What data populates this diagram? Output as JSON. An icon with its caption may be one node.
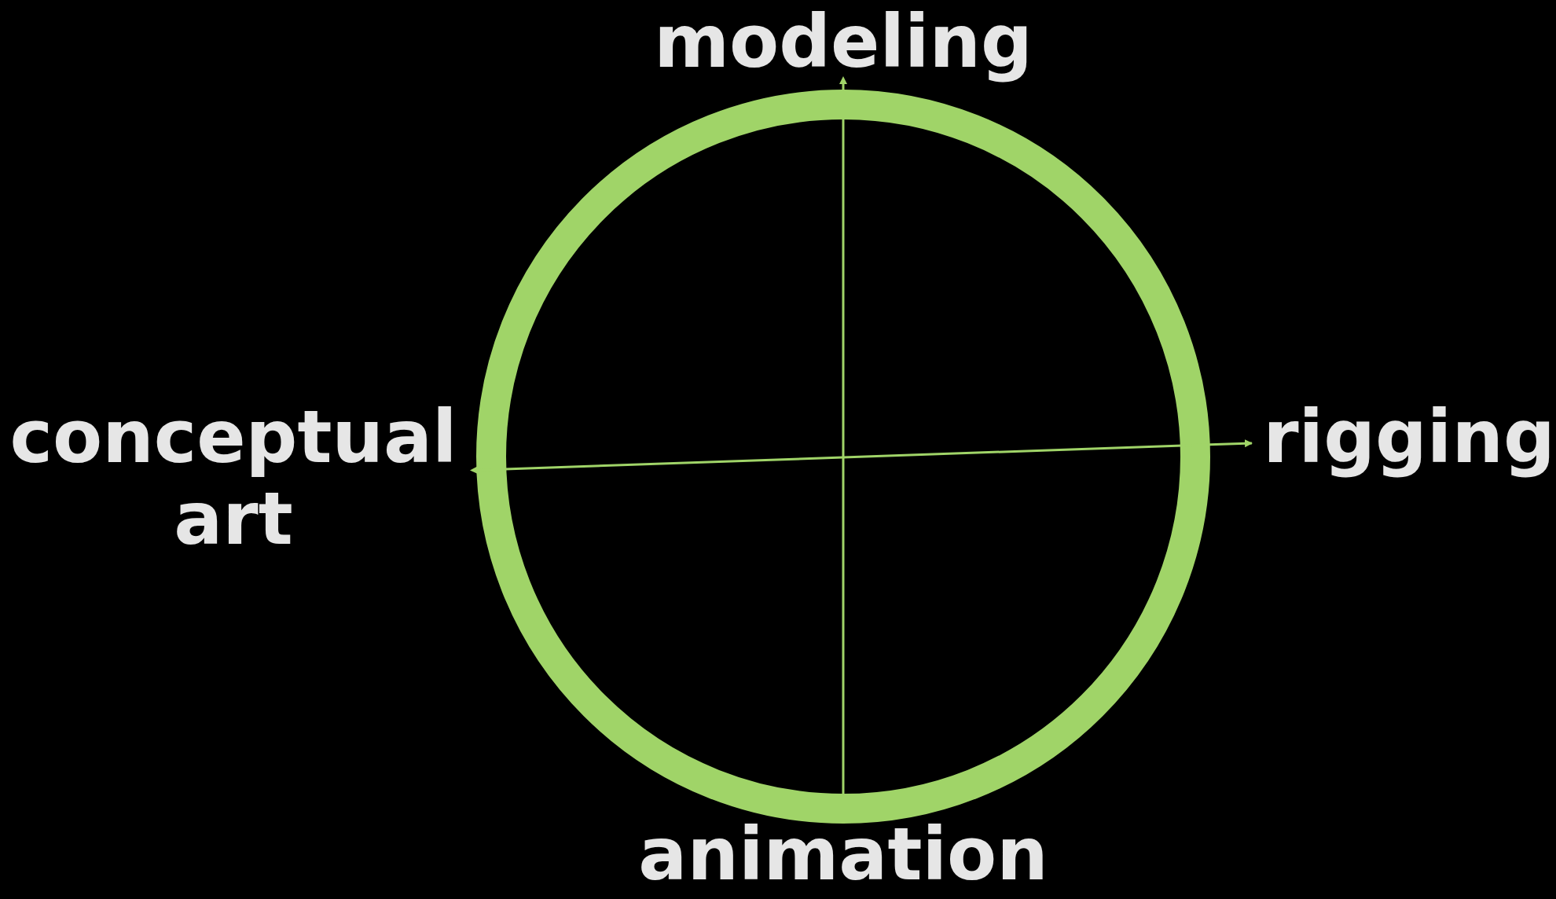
{
  "diagram": {
    "nodes": [
      {
        "text": [
          "modeling"
        ]
      },
      {
        "text": [
          "conceptual art"
        ]
      },
      {
        "text": [
          "rigging"
        ]
      },
      {
        "text": [
          "animation"
        ]
      }
    ],
    "edges": [
      {
        "from": 0,
        "to": 3,
        "arrow": "both"
      },
      {
        "from": 1,
        "to": 2,
        "arrow": "both"
      }
    ]
  }
}
